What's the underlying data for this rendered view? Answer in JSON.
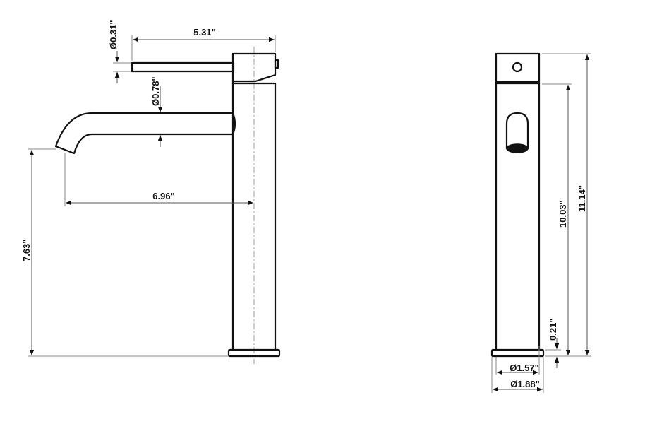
{
  "diagram": {
    "type": "technical-drawing",
    "subject": "vessel-faucet",
    "views": [
      {
        "name": "side-view",
        "dimensions": {
          "handle_diameter": "0.31\"",
          "handle_length": "5.31\"",
          "spout_diameter": "0.78\"",
          "spout_reach": "6.96\"",
          "spout_height": "7.63\""
        }
      },
      {
        "name": "front-view",
        "dimensions": {
          "body_height": "10.03\"",
          "total_height": "11.14\"",
          "base_thickness": "0.21\"",
          "body_diameter": "1.57\"",
          "base_diameter": "1.88\""
        }
      }
    ],
    "symbols": {
      "diameter": "Ø"
    },
    "colors": {
      "outline": "#111111",
      "dimension_line": "#888888",
      "background": "#ffffff"
    }
  }
}
